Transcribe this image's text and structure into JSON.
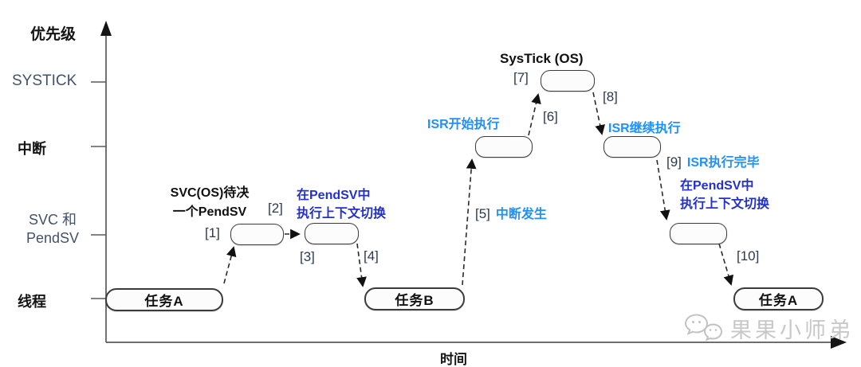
{
  "axis": {
    "y_label": "优先级",
    "x_label": "时间"
  },
  "levels": [
    {
      "label": "SYSTICK"
    },
    {
      "label": "中断"
    },
    {
      "line1": "SVC 和",
      "line2": "PendSV"
    },
    {
      "label": "线程"
    }
  ],
  "boxes": {
    "task_a_left": "任务A",
    "task_b": "任务B",
    "task_a_right": "任务A"
  },
  "steps": [
    "[1]",
    "[2]",
    "[3]",
    "[4]",
    "[5]",
    "[6]",
    "[7]",
    "[8]",
    "[9]",
    "[10]"
  ],
  "annotations": {
    "svc_pending_line1": "SVC(OS)待决",
    "svc_pending_line2": "一个PendSV",
    "pendsv_switch_left_line1": "在PendSV中",
    "pendsv_switch_left_line2": "执行上下文切换",
    "isr_start": "ISR开始执行",
    "interrupt_occurs": "中断发生",
    "systick_title": "SysTick (OS)",
    "isr_continue": "ISR继续执行",
    "isr_complete": "ISR执行完毕",
    "pendsv_switch_right_line1": "在PendSV中",
    "pendsv_switch_right_line2": "执行上下文切换"
  },
  "watermark": {
    "text": "果果小师弟",
    "icon": "wechat-icon"
  },
  "colors": {
    "light_blue": "#1E90FF",
    "dark_blue": "#2330CE",
    "box_border": "#3b3b3b",
    "axis": "#555555",
    "watermark_gray": "#c8c8c8"
  }
}
